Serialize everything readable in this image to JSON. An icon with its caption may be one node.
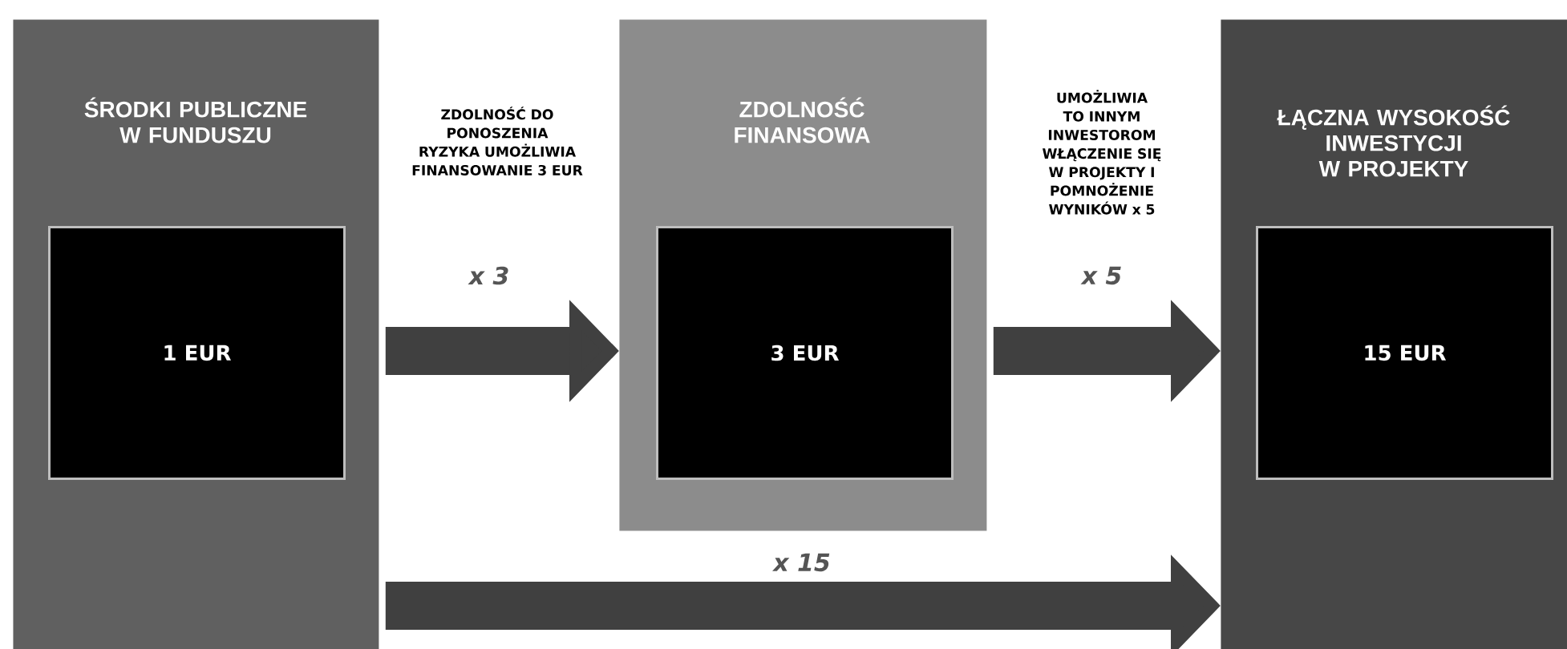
{
  "diagram": {
    "nodes": [
      {
        "text": [
          "ŚRODKI PUBLICZNE W FUNDUSZU"
        ]
      },
      {
        "text": [
          "1 EUR"
        ],
        "in": 0
      },
      {
        "text": [
          "ZDOLNOŚĆ FINANSOWA"
        ]
      },
      {
        "text": [
          "3 EUR"
        ],
        "in": 2
      },
      {
        "text": [
          "ŁĄCZNA WYSOKOŚĆ INWESTYCJI W PROJEKTY"
        ]
      },
      {
        "text": [
          "15 EUR"
        ],
        "in": 4
      }
    ],
    "edges": [
      {
        "from": 0,
        "to": 2,
        "arrow": "to",
        "label": "x 3"
      },
      {
        "from": 2,
        "to": 4,
        "arrow": "to",
        "label": "x 5"
      },
      {
        "from": 0,
        "to": 4,
        "arrow": "to",
        "label": "x 15"
      }
    ],
    "labels": [
      "ZDOLNOŚĆ DO PONOSZENIA RYZYKA UMOŻLIWIA FINANSOWANIE 3 EUR",
      "UMOŻLIWIA TO INNYM INWESTOROM WŁĄCZENIE SIĘ W PROJEKTY I POMNOŻENIE WYNIKÓW x 5"
    ]
  }
}
